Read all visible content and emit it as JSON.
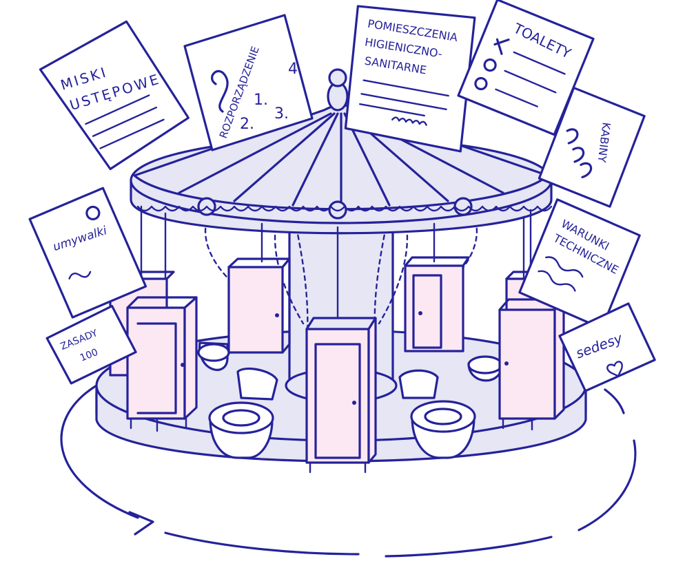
{
  "palette": {
    "ink": "#25229a",
    "lavender": "#e6e6f4",
    "pink": "#fbe8f2",
    "paper": "#ffffff"
  },
  "notes": [
    {
      "id": "miski",
      "lines": [
        "MISKI",
        "USTĘPOWE"
      ]
    },
    {
      "id": "rozporzadzenie",
      "label": "ROZPORZĄDZENIE",
      "numbers": [
        "4.",
        "1.",
        "3.",
        "2."
      ]
    },
    {
      "id": "pomieszczenia",
      "lines": [
        "POMIESZCZENIA",
        "HIGIENICZNO-",
        "SANITARNE"
      ]
    },
    {
      "id": "toalety",
      "label": "TOALETY"
    },
    {
      "id": "kabiny",
      "label": "KABINY"
    },
    {
      "id": "umywalki",
      "label": "umywalki"
    },
    {
      "id": "warunki",
      "lines": [
        "WARUNKI",
        "TECHNICZNE"
      ]
    },
    {
      "id": "zasady",
      "label": "ZASADY",
      "number": "100"
    },
    {
      "id": "sedesy",
      "label": "sedesy"
    }
  ]
}
